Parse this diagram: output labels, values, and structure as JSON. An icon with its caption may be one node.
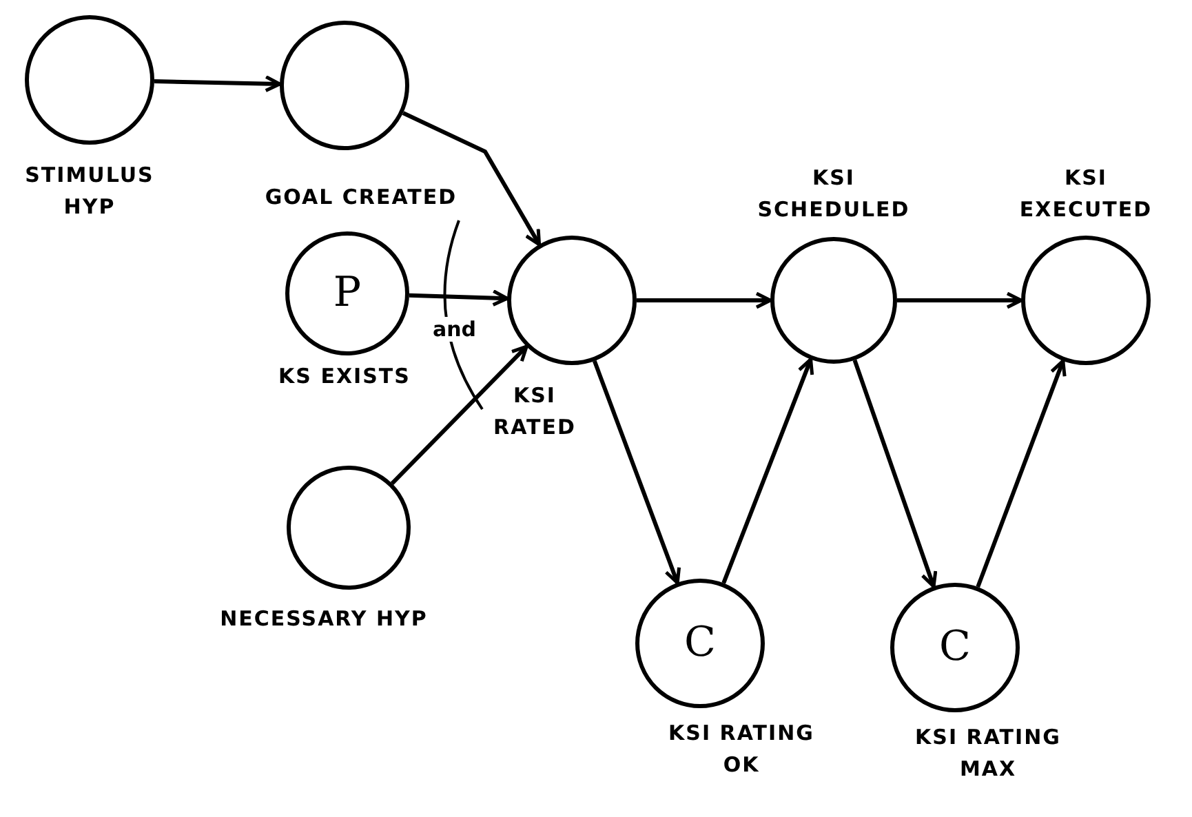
{
  "diagram": {
    "nodes": [
      {
        "text": [
          "STIMULUS HYP"
        ]
      },
      {
        "text": [
          "GOAL CREATED"
        ]
      },
      {
        "text": [
          "P",
          "KS EXISTS"
        ]
      },
      {
        "text": [
          "NECESSARY HYP"
        ]
      },
      {
        "text": [
          "KSI RATED"
        ]
      },
      {
        "text": [
          "KSI SCHEDULED"
        ]
      },
      {
        "text": [
          "KSI EXECUTED"
        ]
      },
      {
        "text": [
          "C",
          "KSI RATING OK"
        ]
      },
      {
        "text": [
          "C",
          "KSI RATING MAX"
        ]
      }
    ],
    "edges": [
      {
        "from": 0,
        "to": 1,
        "arrow": "to"
      },
      {
        "from": 1,
        "to": 4,
        "arrow": "to"
      },
      {
        "from": 2,
        "to": 4,
        "arrow": "to"
      },
      {
        "from": 3,
        "to": 4,
        "arrow": "to"
      },
      {
        "from": 4,
        "to": 5,
        "arrow": "to"
      },
      {
        "from": 5,
        "to": 6,
        "arrow": "to"
      },
      {
        "from": 4,
        "to": 7,
        "arrow": "to"
      },
      {
        "from": 7,
        "to": 5,
        "arrow": "to"
      },
      {
        "from": 5,
        "to": 8,
        "arrow": "to"
      },
      {
        "from": 8,
        "to": 6,
        "arrow": "to"
      }
    ],
    "labels": [
      "and"
    ]
  }
}
